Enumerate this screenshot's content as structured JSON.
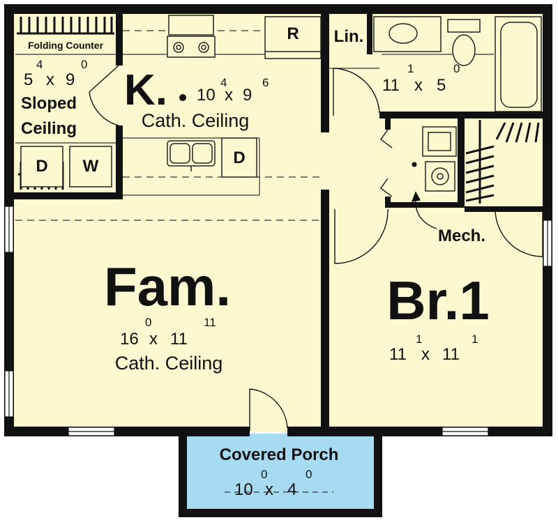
{
  "colors": {
    "floor": "#fcf8d0",
    "porch": "#a6dbf1",
    "wall": "#111111",
    "line": "#222222",
    "window": "#ffffff"
  },
  "rooms": {
    "laundry": {
      "counter": "Folding Counter",
      "dim_a": "5",
      "dim_a_sup": "4",
      "dim_b": "9",
      "dim_b_sup": "0",
      "x": "x",
      "ceiling_1": "Sloped",
      "ceiling_2": "Ceiling",
      "dryer": "D",
      "washer": "W"
    },
    "kitchen": {
      "label": "K.",
      "dim_a": "10",
      "dim_a_sup": "4",
      "dim_b": "9",
      "dim_b_sup": "6",
      "x": "x",
      "ceiling": "Cath. Ceiling",
      "refrigerator": "R",
      "dishwasher": "D"
    },
    "linen": {
      "label": "Lin."
    },
    "bath": {
      "dim_a": "11",
      "dim_a_sup": "1",
      "dim_b": "5",
      "dim_b_sup": "0",
      "x": "x"
    },
    "mech": {
      "label": "Mech."
    },
    "family": {
      "label": "Fam.",
      "dim_a": "16",
      "dim_a_sup": "0",
      "dim_b": "11",
      "dim_b_sup": "11",
      "x": "x",
      "ceiling": "Cath. Ceiling"
    },
    "bedroom": {
      "label": "Br.1",
      "dim_a": "11",
      "dim_a_sup": "1",
      "dim_b": "11",
      "dim_b_sup": "1",
      "x": "x"
    },
    "porch": {
      "label": "Covered Porch",
      "dim_a": "10",
      "dim_a_sup": "0",
      "dim_b": "4",
      "dim_b_sup": "0",
      "x": "x"
    }
  }
}
